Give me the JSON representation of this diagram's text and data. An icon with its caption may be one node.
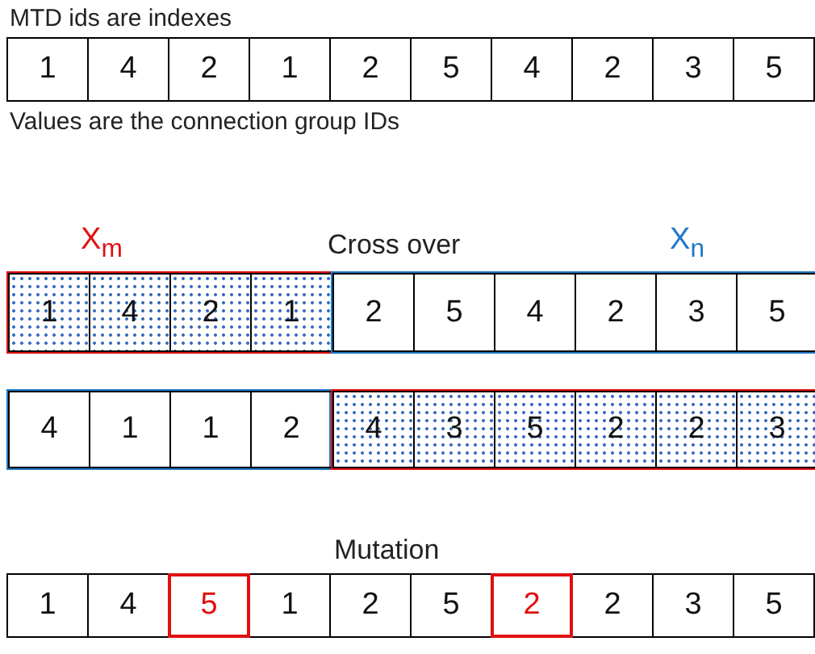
{
  "diagram": {
    "nodes": [
      {
        "text": [
          "1"
        ]
      },
      {
        "text": [
          "4"
        ]
      },
      {
        "text": [
          "2"
        ]
      },
      {
        "text": [
          "1"
        ]
      },
      {
        "text": [
          "2"
        ]
      },
      {
        "text": [
          "5"
        ]
      },
      {
        "text": [
          "4"
        ]
      },
      {
        "text": [
          "2"
        ]
      },
      {
        "text": [
          "3"
        ]
      },
      {
        "text": [
          "5"
        ]
      },
      {
        "text": [],
        "shape": "box"
      },
      {
        "text": [
          "1"
        ],
        "in": 10
      },
      {
        "text": [
          "4"
        ],
        "in": 10
      },
      {
        "text": [
          "2"
        ],
        "in": 10
      },
      {
        "text": [
          "1"
        ],
        "in": 10
      },
      {
        "text": [],
        "shape": "box"
      },
      {
        "text": [
          "2"
        ],
        "in": 15
      },
      {
        "text": [
          "5"
        ],
        "in": 15
      },
      {
        "text": [
          "4"
        ],
        "in": 15
      },
      {
        "text": [
          "2"
        ],
        "in": 15
      },
      {
        "text": [
          "3"
        ],
        "in": 15
      },
      {
        "text": [
          "5"
        ],
        "in": 15
      },
      {
        "text": [],
        "shape": "box"
      },
      {
        "text": [
          "4"
        ],
        "in": 22
      },
      {
        "text": [
          "1"
        ],
        "in": 22
      },
      {
        "text": [
          "1"
        ],
        "in": 22
      },
      {
        "text": [
          "2"
        ],
        "in": 22
      },
      {
        "text": [],
        "shape": "box"
      },
      {
        "text": [
          "4"
        ],
        "in": 27
      },
      {
        "text": [
          "3"
        ],
        "in": 27
      },
      {
        "text": [
          "5"
        ],
        "in": 27
      },
      {
        "text": [
          "2"
        ],
        "in": 27
      },
      {
        "text": [
          "2"
        ],
        "in": 27
      },
      {
        "text": [
          "3"
        ],
        "in": 27
      },
      {
        "text": [
          "1"
        ]
      },
      {
        "text": [
          "4"
        ]
      },
      {
        "text": [
          "5"
        ]
      },
      {
        "text": [
          "1"
        ]
      },
      {
        "text": [
          "2"
        ]
      },
      {
        "text": [
          "5"
        ]
      },
      {
        "text": [
          "2"
        ]
      },
      {
        "text": [
          "2"
        ]
      },
      {
        "text": [
          "3"
        ]
      },
      {
        "text": [
          "5"
        ]
      }
    ],
    "labels": [
      "MTD ids are indexes",
      "Values are the connection group IDs",
      "X$_{m}$",
      "Cross over",
      "X$_{n}$",
      "Mutation"
    ]
  }
}
